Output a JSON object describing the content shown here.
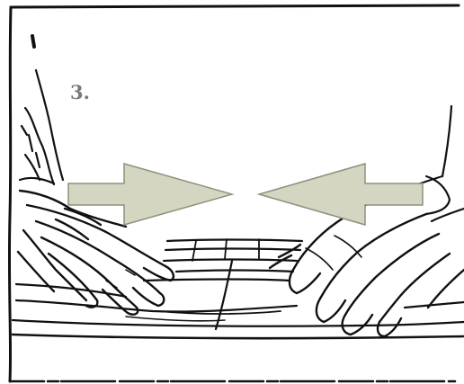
{
  "step": {
    "number": "3."
  },
  "colors": {
    "arrow_fill": "#d4d6c2",
    "arrow_stroke": "#8e907c",
    "ink": "#111111",
    "step_text": "#7a7a7a"
  },
  "illustration": {
    "subject": "hands-on-keyboard",
    "arrows": [
      "arrow-pointing-right",
      "arrow-pointing-left"
    ]
  }
}
